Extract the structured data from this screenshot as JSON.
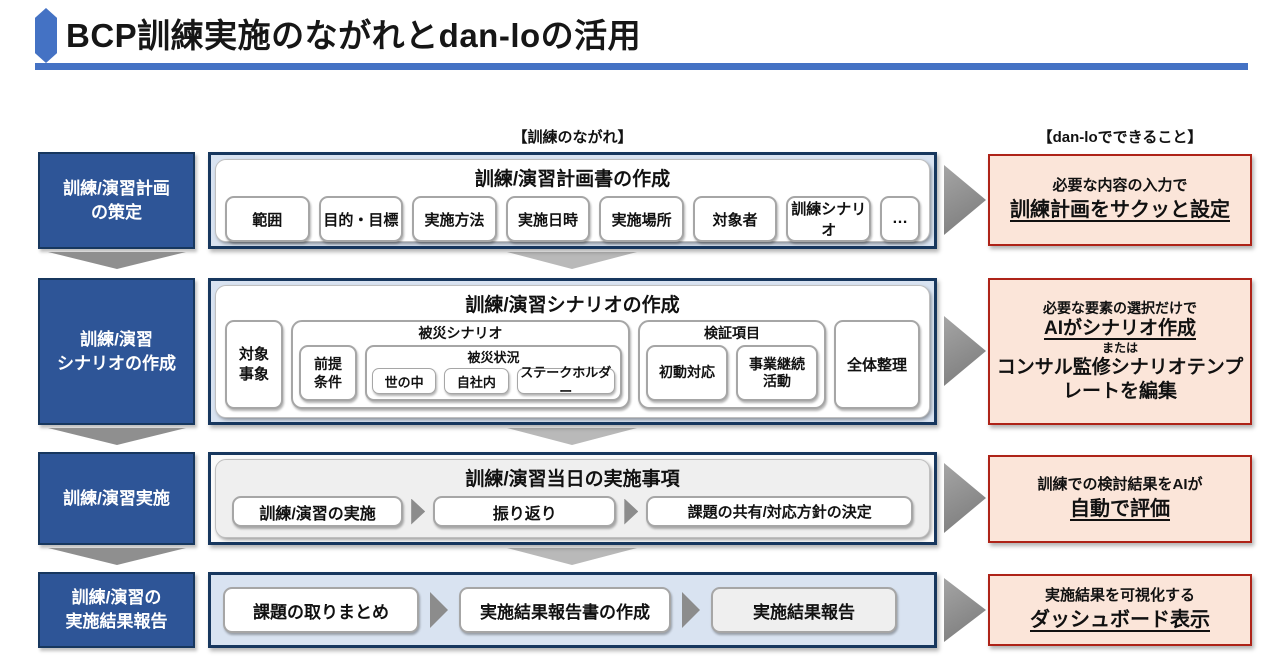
{
  "title": "BCP訓練実施のながれとdan-loの活用",
  "column_headers": {
    "flow": "【訓練のながれ】",
    "danlo": "【dan-loでできること】"
  },
  "colors": {
    "accent_blue": "#4472C4",
    "navy_border": "#17375E",
    "stage_fill": "#2E5597",
    "panel_fill_blue": "#D9E3F1",
    "benefit_fill": "#FBE5D9",
    "benefit_border": "#AE2318",
    "arrow_gray": "#8C8C8C"
  },
  "row1": {
    "stage": [
      "訓練/演習計画",
      "の策定"
    ],
    "panel_title": "訓練/演習計画書の作成",
    "items": [
      "範囲",
      "目的・目標",
      "実施方法",
      "実施日時",
      "実施場所",
      "対象者",
      "訓練シナリオ",
      "…"
    ],
    "benefit": {
      "line1": "必要な内容の入力で",
      "line2": "訓練計画をサクッと設定"
    }
  },
  "row2": {
    "stage": [
      "訓練/演習",
      "シナリオの作成"
    ],
    "panel_title": "訓練/演習シナリオの作成",
    "target": [
      "対象",
      "事象"
    ],
    "disaster_group": {
      "label": "被災シナリオ",
      "premise": [
        "前提",
        "条件"
      ],
      "situation": {
        "label": "被災状況",
        "items": [
          "世の中",
          "自社内",
          "ステークホルダー"
        ]
      }
    },
    "verify_group": {
      "label": "検証項目",
      "item1": "初動対応",
      "item2": [
        "事業継続",
        "活動"
      ]
    },
    "overall": "全体整理",
    "benefit": {
      "line1": "必要な要素の選択だけで",
      "line2": "AIがシナリオ作成",
      "line3": "または",
      "line4": "コンサル監修シナリオテンプレートを編集"
    }
  },
  "row3": {
    "stage": [
      "訓練/演習実施"
    ],
    "panel_title": "訓練/演習当日の実施事項",
    "steps": [
      "訓練/演習の実施",
      "振り返り",
      "課題の共有/対応方針の決定"
    ],
    "benefit": {
      "line1": "訓練での検討結果をAIが",
      "line2": "自動で評価"
    }
  },
  "row4": {
    "stage": [
      "訓練/演習の",
      "実施結果報告"
    ],
    "steps": [
      "課題の取りまとめ",
      "実施結果報告書の作成",
      "実施結果報告"
    ],
    "benefit": {
      "line1": "実施結果を可視化する",
      "line2": "ダッシュボード表示"
    }
  }
}
